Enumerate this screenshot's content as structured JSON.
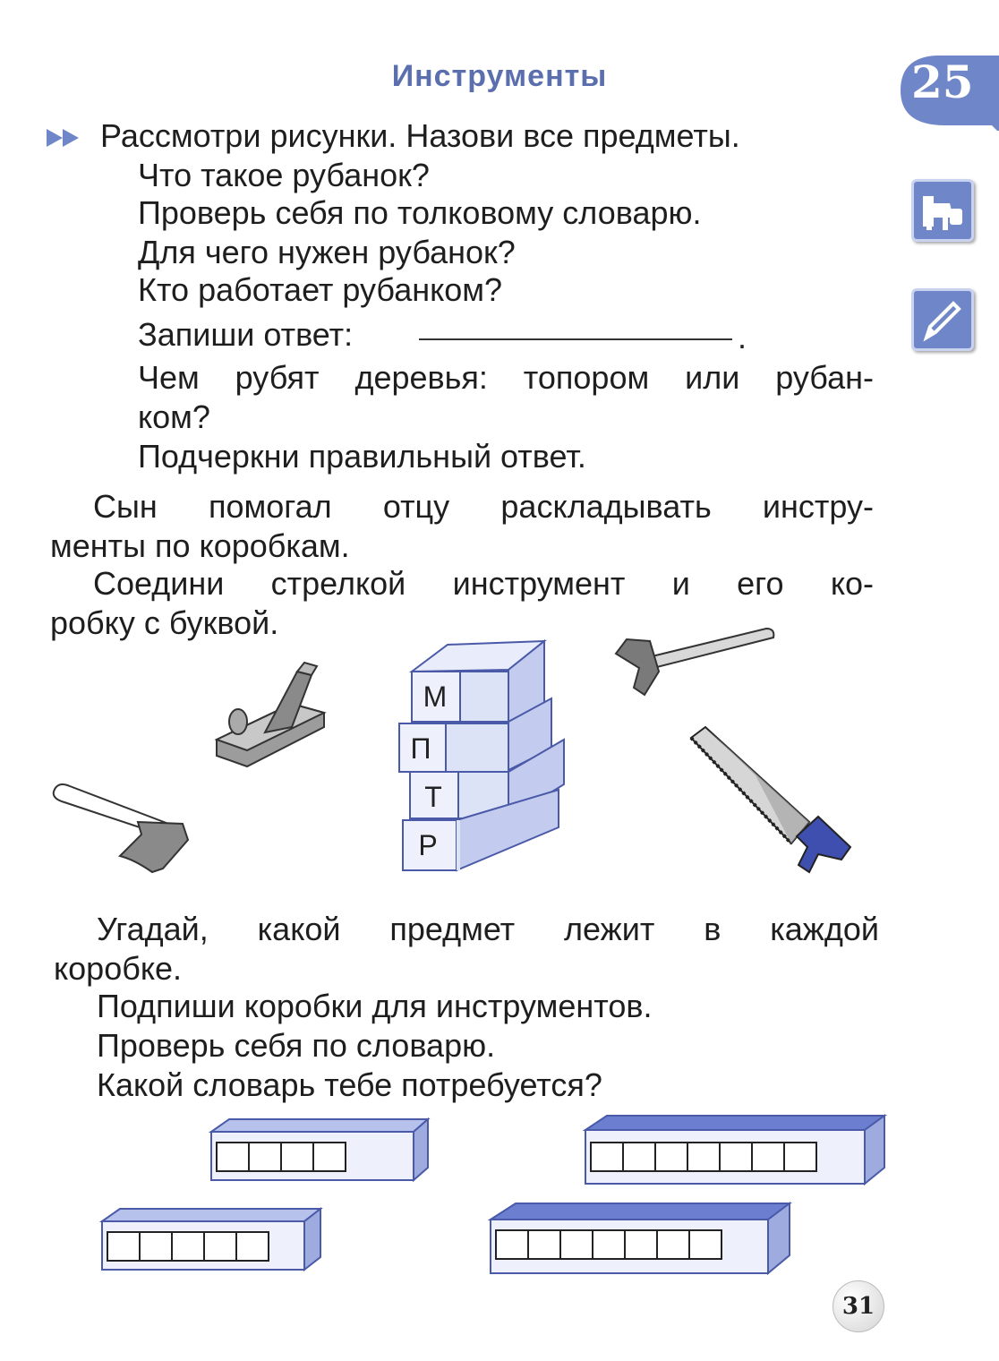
{
  "page": {
    "title": "Инструменты",
    "lesson_number": "25",
    "page_number": "31"
  },
  "task1": {
    "lines": [
      "Рассмотри рисунки. Назови все предметы.",
      "Что такое рубанок?",
      "Проверь себя по толковому словарю.",
      "Для чего нужен рубанок?",
      "Кто работает рубанком?",
      "Запиши ответ:",
      "Чем рубят деревья: топором или рубан-",
      "ком?",
      "Подчеркни правильный ответ."
    ]
  },
  "task2": {
    "lines": [
      "Сын помогал отцу раскладывать инстру-",
      "менты по коробкам.",
      "Соедини стрелкой инструмент и его ко-",
      "робку с буквой."
    ]
  },
  "stack_letters": [
    "М",
    "П",
    "Т",
    "Р"
  ],
  "task3": {
    "lines": [
      "Угадай, какой предмет лежит в каждой",
      "коробке.",
      "Подпиши коробки для инструментов.",
      "Проверь себя по словарю.",
      "Какой словарь тебе потребуется?"
    ]
  },
  "letter_boxes": [
    {
      "cells": 4
    },
    {
      "cells": 7
    },
    {
      "cells": 5
    },
    {
      "cells": 7
    }
  ],
  "colors": {
    "accent": "#5b6fae",
    "box_fill": "#dde3f6",
    "box_edge": "#4a5aa8"
  },
  "icons": [
    "double-arrow-icon",
    "book-icon",
    "pencil-icon",
    "plane-icon",
    "axe-icon",
    "hammer-icon",
    "saw-icon"
  ]
}
